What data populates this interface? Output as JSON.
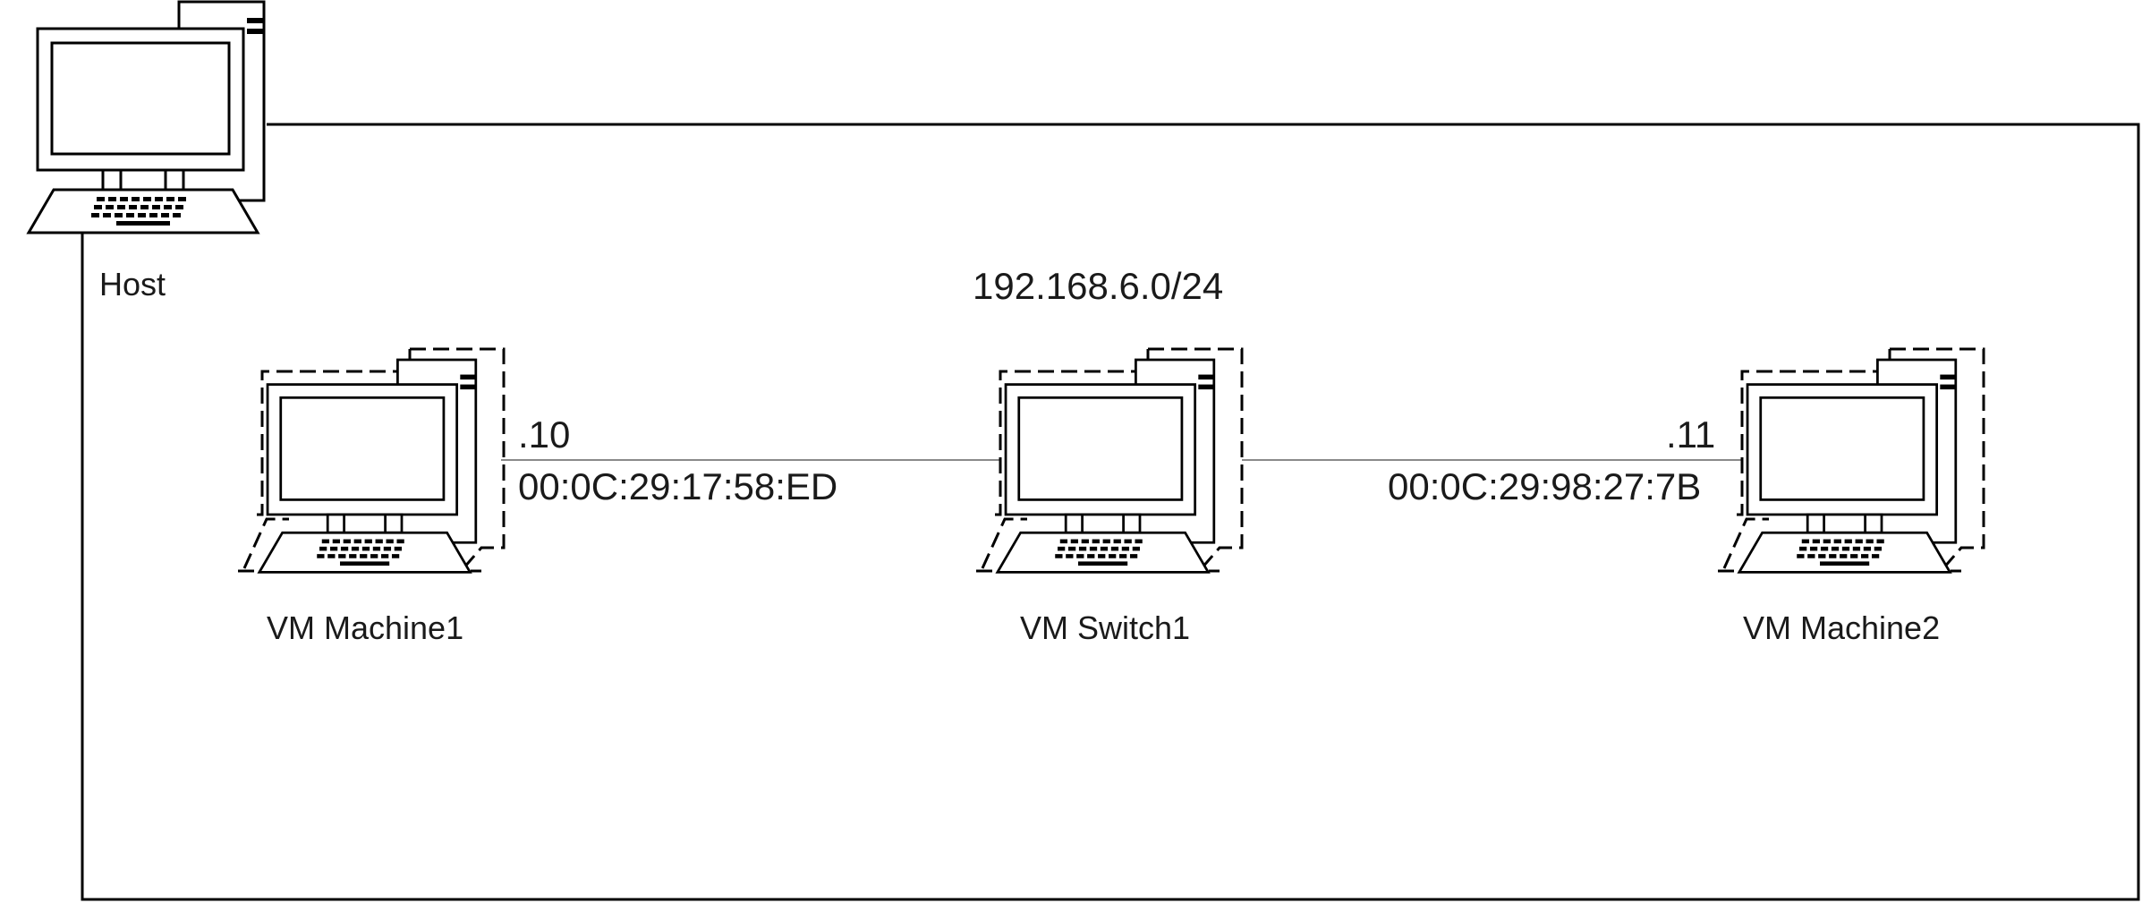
{
  "host": {
    "label": "Host",
    "icon": "desktop-computer-icon"
  },
  "network": {
    "subnet": "192.168.6.0/24"
  },
  "nodes": [
    {
      "name": "VM Machine1",
      "ip_suffix": ".10",
      "mac": "00:0C:29:17:58:ED",
      "icon": "virtual-computer-icon"
    },
    {
      "name": "VM Switch1",
      "icon": "virtual-computer-icon"
    },
    {
      "name": "VM Machine2",
      "ip_suffix": ".11",
      "mac": "00:0C:29:98:27:7B",
      "icon": "virtual-computer-icon"
    }
  ],
  "links": [
    {
      "from": "VM Machine1",
      "to": "VM Switch1"
    },
    {
      "from": "VM Switch1",
      "to": "VM Machine2"
    }
  ],
  "colors": {
    "line": "#000000",
    "link": "#8a8a8a",
    "background": "#ffffff"
  }
}
